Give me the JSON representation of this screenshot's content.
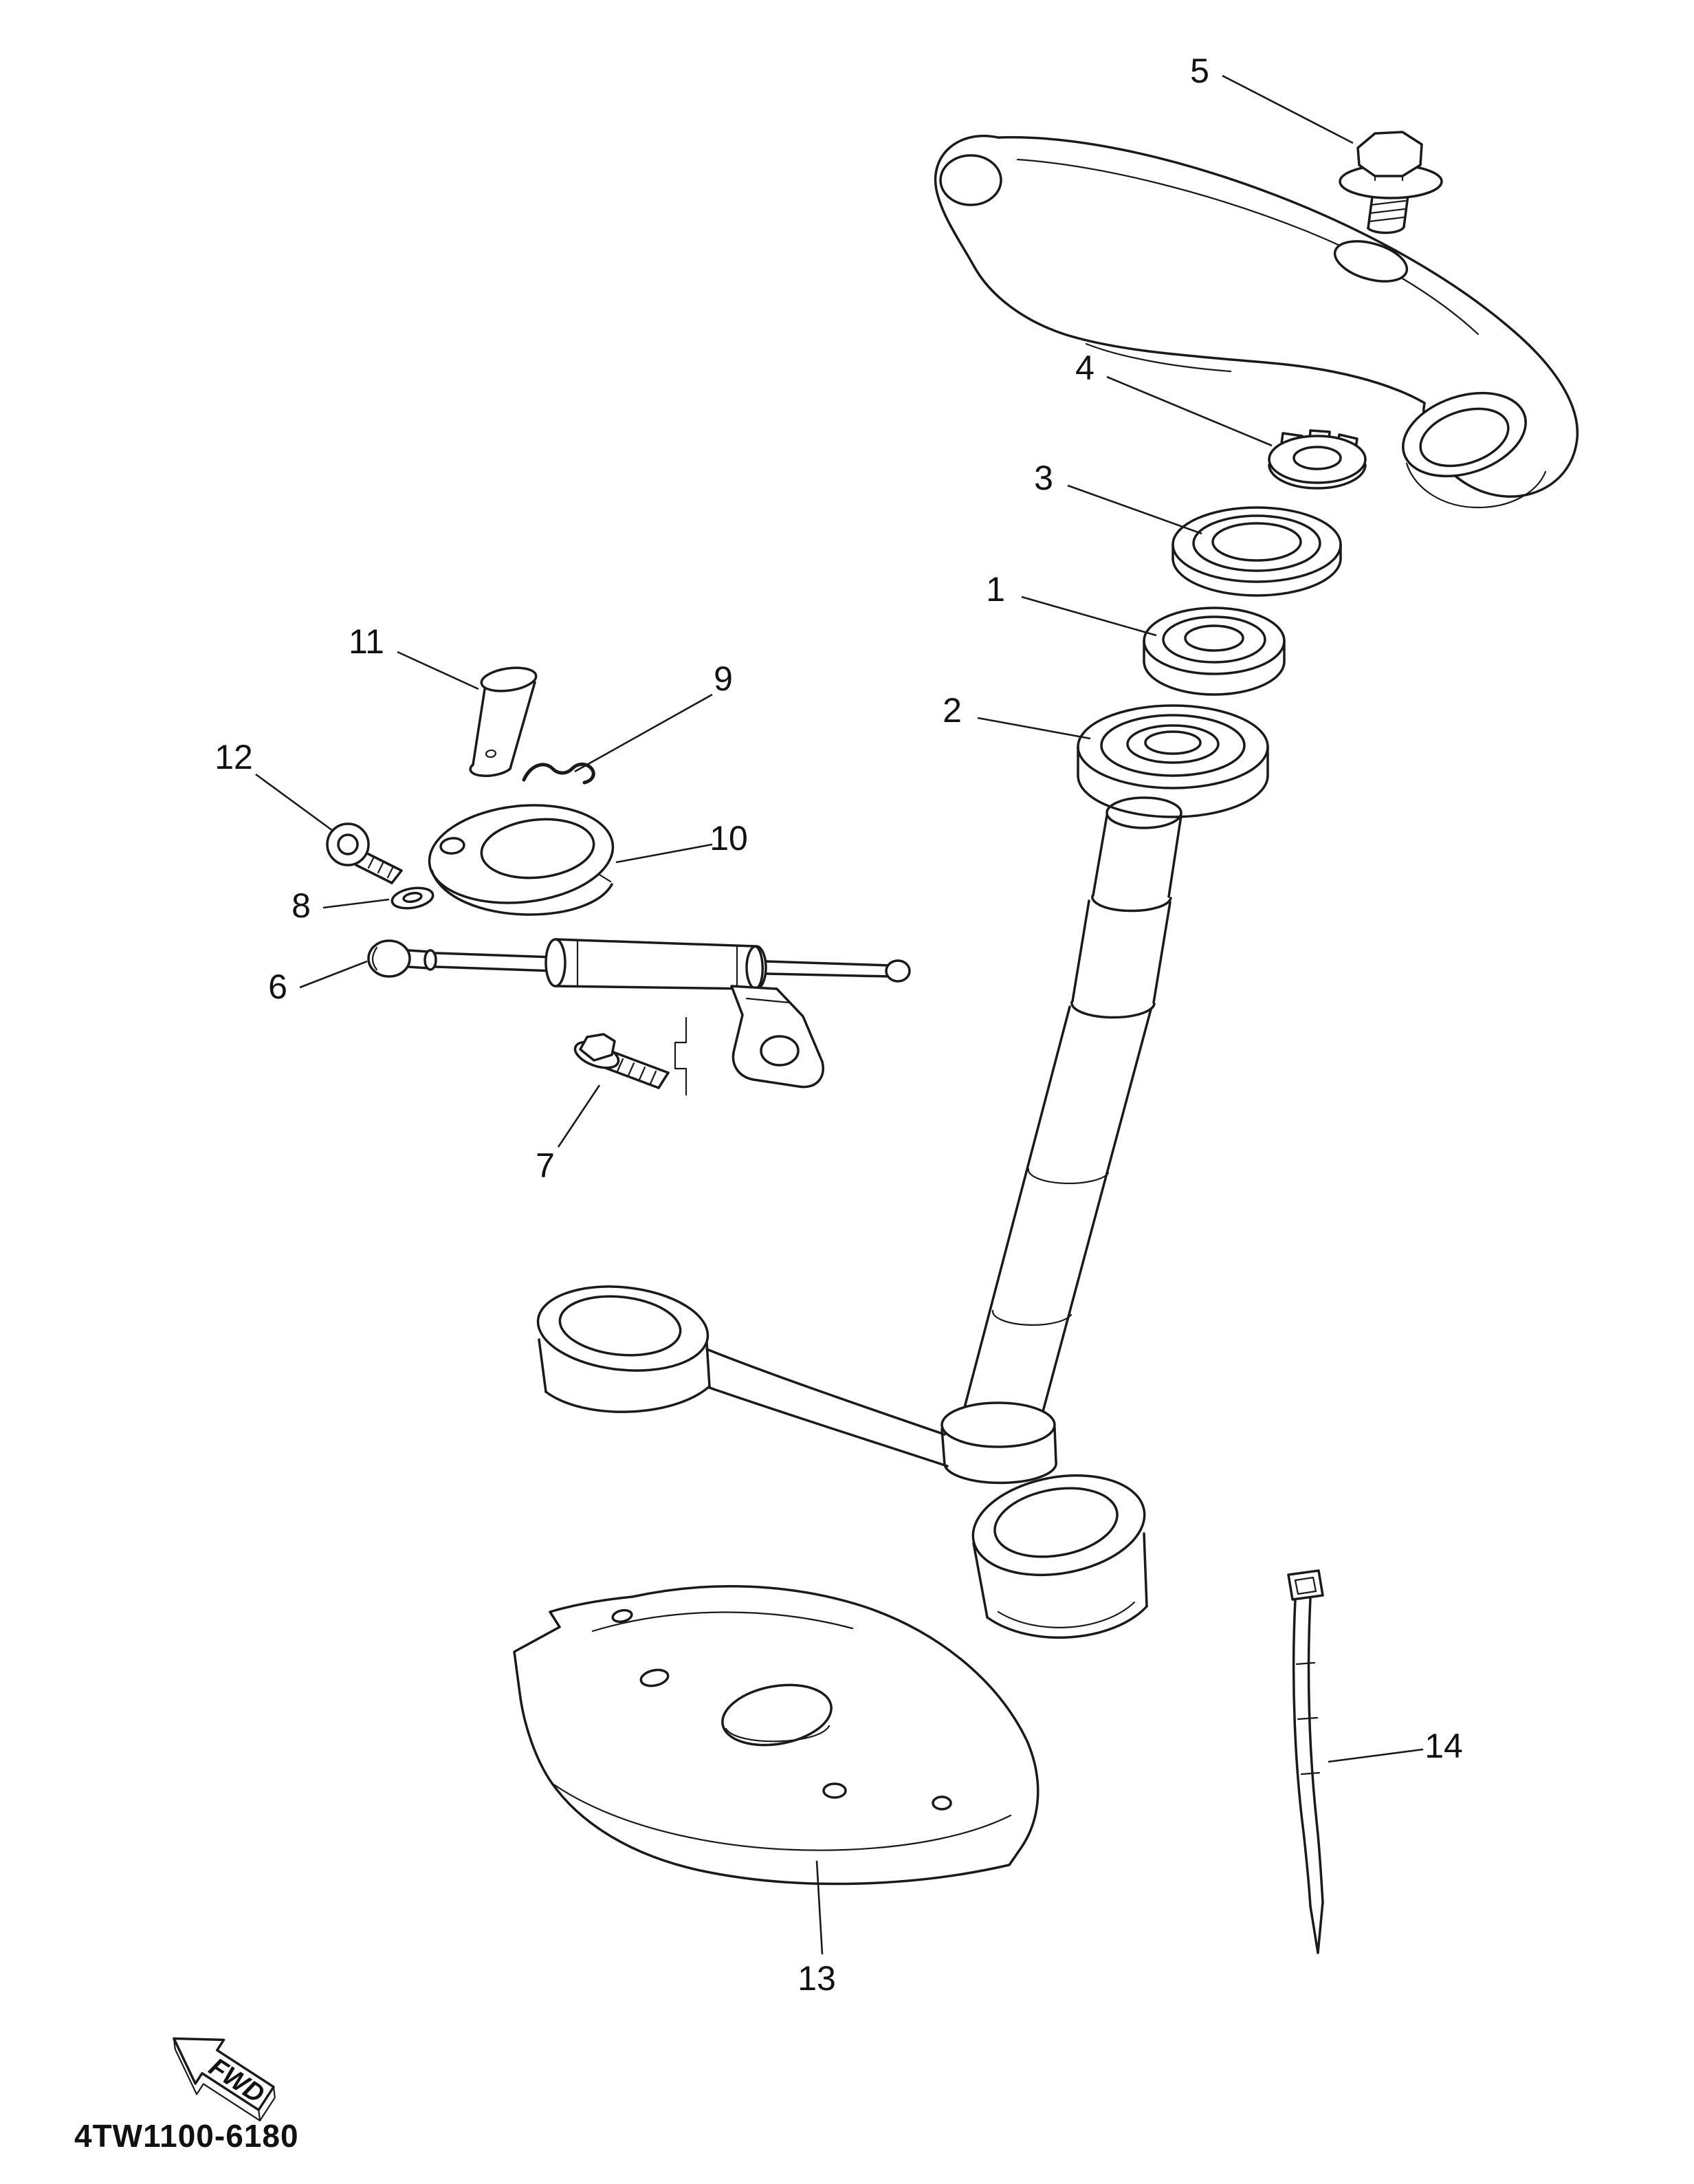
{
  "page": {
    "background": "#ffffff",
    "line_color": "#1a1a1a"
  },
  "diagram": {
    "code": "4TW1100-6180",
    "fwd": "FWD"
  },
  "callouts": {
    "n1": "1",
    "n2": "2",
    "n3": "3",
    "n4": "4",
    "n5": "5",
    "n6": "6",
    "n7": "7",
    "n8": "8",
    "n9": "9",
    "n10": "10",
    "n11": "11",
    "n12": "12",
    "n13": "13",
    "n14": "14"
  }
}
